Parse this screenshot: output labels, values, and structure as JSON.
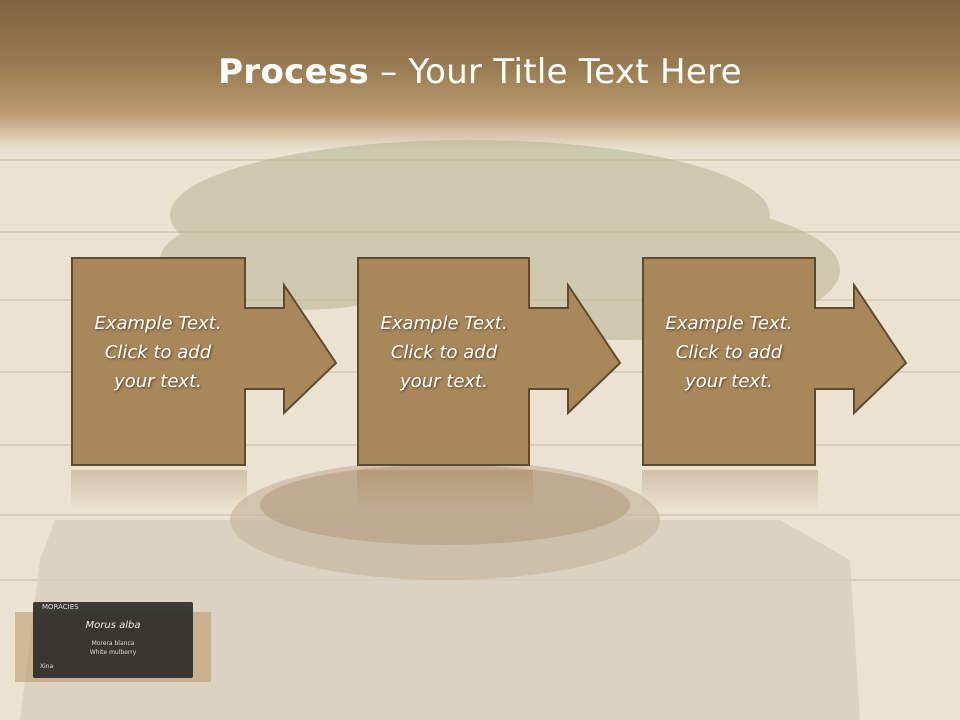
{
  "slide": {
    "title_bold": "Process",
    "title_sep": "–",
    "title_rest": "Your Title Text Here"
  },
  "steps": [
    {
      "line1": "Example Text.",
      "line2": "Click  to add",
      "line3": "your text."
    },
    {
      "line1": "Example Text.",
      "line2": "Click  to add",
      "line3": "your text."
    },
    {
      "line1": "Example Text.",
      "line2": "Click  to add",
      "line3": "your text."
    }
  ],
  "plaque": {
    "family": "MORÁCIES",
    "scientific": "Morus alba",
    "common1": "Morera blanca",
    "common2": "White mulberry",
    "code": "Xina"
  },
  "colors": {
    "box_fill": "#a8875a",
    "box_border": "#5e4a2e",
    "title_band": "#8c6f47",
    "background": "#e9dfcf"
  }
}
